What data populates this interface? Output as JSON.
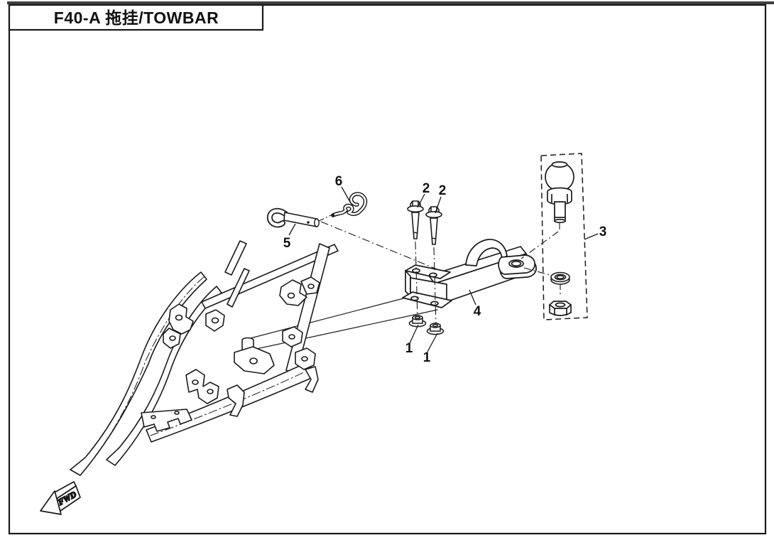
{
  "title_block": {
    "label": "F40-A 拖挂/TOWBAR"
  },
  "callouts": {
    "nut_left": "1",
    "nut_right": "1",
    "bolt_left": "2",
    "bolt_right": "2",
    "ball_kit": "3",
    "towbar": "4",
    "pin": "5",
    "clip": "6"
  },
  "direction_arrow": {
    "label": "FWD"
  },
  "colors": {
    "line": "#1a1a1a",
    "background": "#ffffff"
  }
}
